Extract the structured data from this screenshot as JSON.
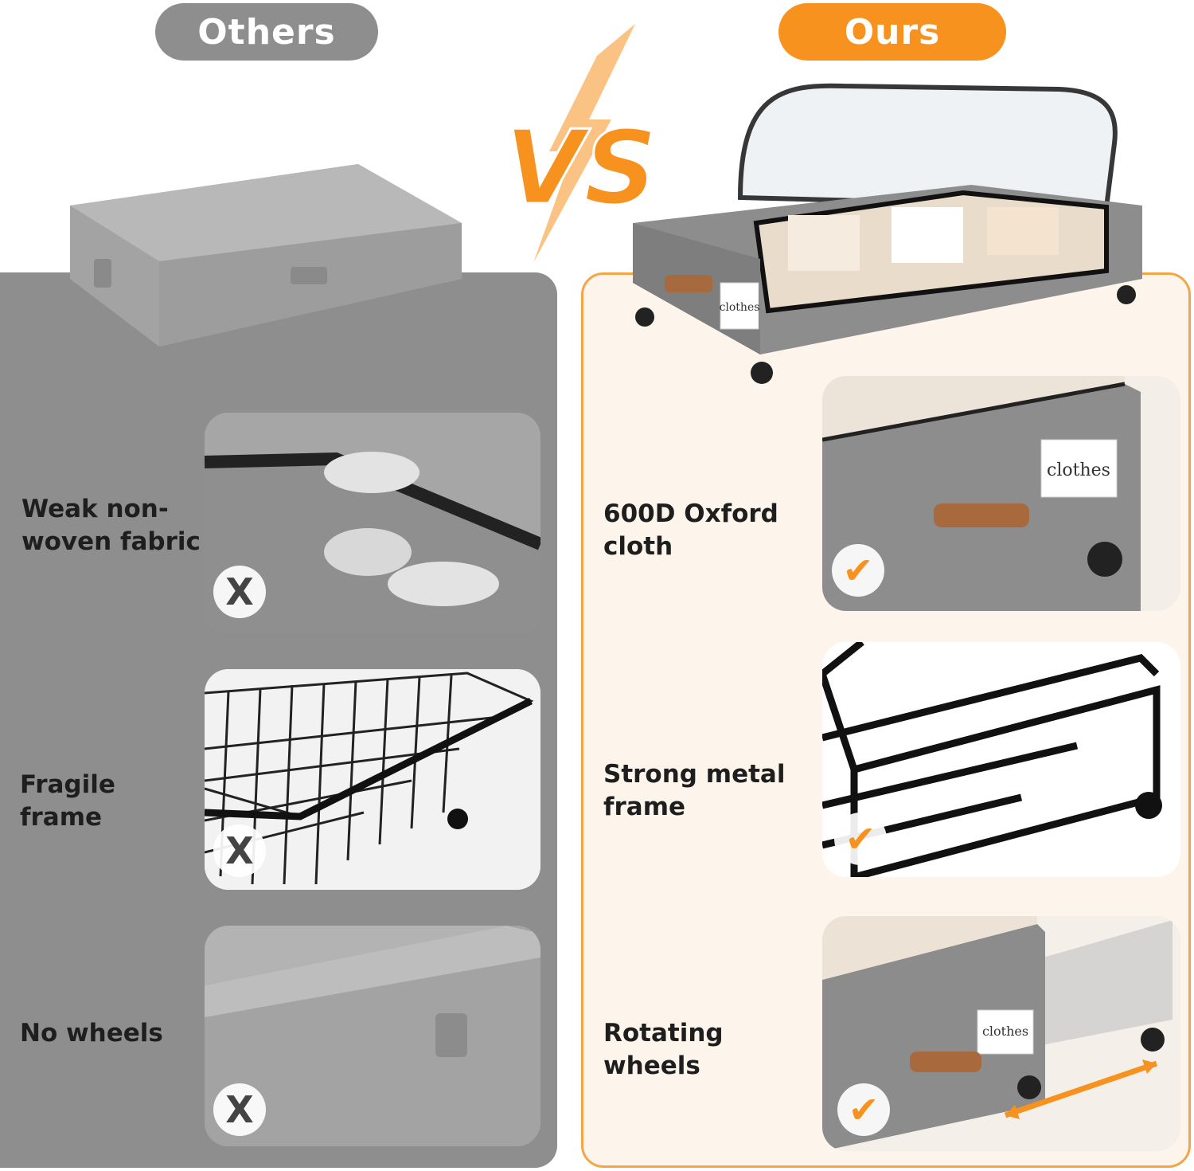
{
  "header": {
    "others_label": "Others",
    "ours_label": "Ours",
    "vs_label": "VS"
  },
  "others": {
    "items": [
      {
        "label": "Weak non-\nwoven fabric",
        "mark": "X"
      },
      {
        "label": "Fragile frame",
        "mark": "X"
      },
      {
        "label": "No wheels",
        "mark": "X"
      }
    ]
  },
  "ours": {
    "hero_tag": "clothes",
    "items": [
      {
        "label": "600D Oxford\ncloth",
        "mark": "check",
        "tag": "clothes"
      },
      {
        "label": "Strong metal\nframe",
        "mark": "check"
      },
      {
        "label": "Rotating wheels",
        "mark": "check",
        "tag": "clothes"
      }
    ]
  },
  "colors": {
    "accent": "#f7921e",
    "others_panel": "#8e8e8e",
    "ours_panel_bg": "#fdf4eb",
    "ours_panel_border": "#f5a545"
  }
}
